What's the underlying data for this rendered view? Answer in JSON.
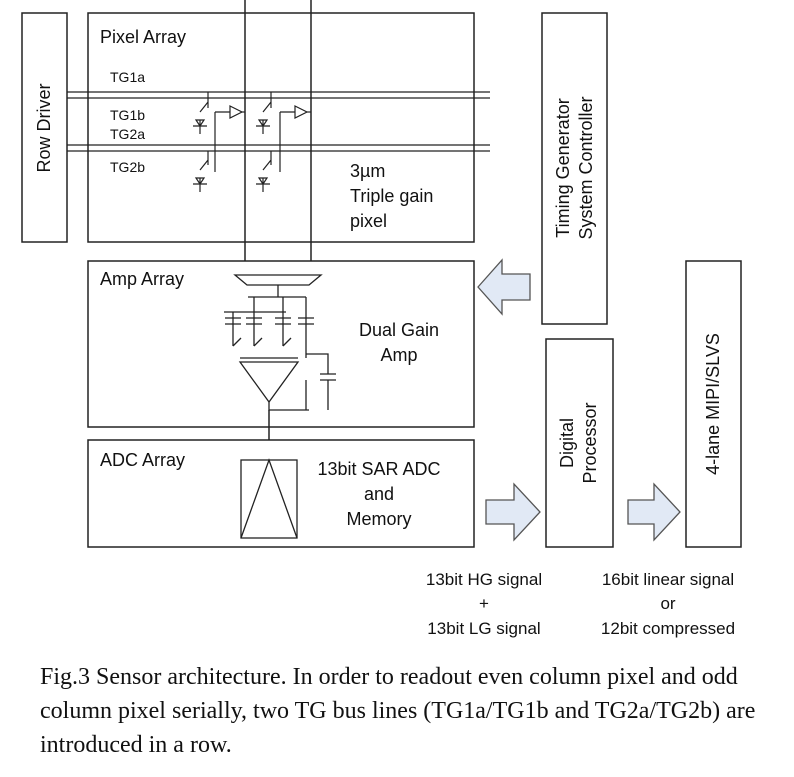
{
  "blocks": {
    "row_driver": "Row Driver",
    "pixel_array": "Pixel Array",
    "amp_array": "Amp Array",
    "adc_array": "ADC Array",
    "timing_line1": "Timing Generator",
    "timing_line2": "System Controller",
    "digital_line1": "Digital",
    "digital_line2": "Processor",
    "mipi": "4-lane MIPI/SLVS"
  },
  "bus_lines": [
    "TG1a",
    "TG1b",
    "TG2a",
    "TG2b"
  ],
  "pixel_label": [
    "3µm",
    "Triple gain",
    "pixel"
  ],
  "amp_label": [
    "Dual Gain",
    "Amp"
  ],
  "adc_label": [
    "13bit SAR ADC",
    "and",
    "Memory"
  ],
  "signals": {
    "adc_out": [
      "13bit HG signal",
      "+",
      "13bit LG signal"
    ],
    "dp_out": [
      "16bit linear signal",
      "or",
      "12bit compressed"
    ]
  },
  "caption": "Fig.3 Sensor architecture.  In order to readout even column pixel and odd column pixel serially, two TG bus lines (TG1a/TG1b and TG2a/TG2b) are introduced in a row."
}
